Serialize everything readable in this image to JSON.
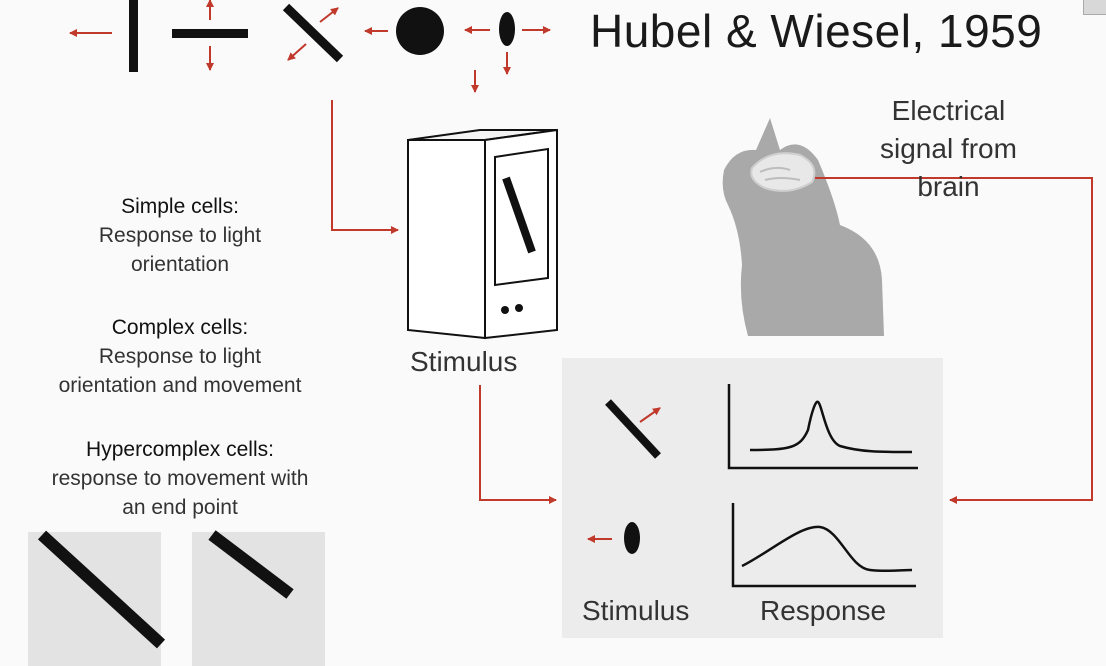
{
  "title": "Hubel & Wiesel, 1959",
  "signal_label": [
    "Electrical",
    "signal from",
    "brain"
  ],
  "stimulus_label": "Stimulus",
  "panel": {
    "stimulus_label": "Stimulus",
    "response_label": "Response"
  },
  "cells": [
    {
      "heading": "Simple cells:",
      "lines": [
        "Response to light",
        "orientation"
      ]
    },
    {
      "heading": "Complex cells:",
      "lines": [
        "Response to light",
        "orientation and movement"
      ]
    },
    {
      "heading": "Hypercomplex cells:",
      "lines": [
        "response to movement with",
        "an end point"
      ]
    }
  ],
  "colors": {
    "arrow": "#c0392b",
    "panel_bg": "#ececec",
    "cat": "#a9a9a9",
    "ink": "#111111"
  }
}
